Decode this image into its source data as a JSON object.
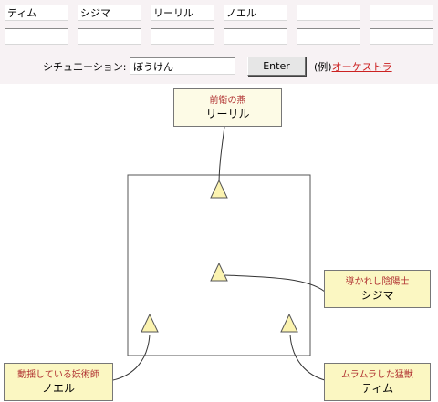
{
  "party": {
    "names_row1": [
      "ティム",
      "シジマ",
      "リーリル",
      "ノエル",
      "",
      ""
    ],
    "names_row2": [
      "",
      "",
      "",
      "",
      "",
      ""
    ]
  },
  "situation": {
    "label": "シチュエーション:",
    "value": "ぼうけん",
    "enter_label": "Enter",
    "example_prefix": "(例)",
    "example_link": "オーケストラ"
  },
  "colors": {
    "top_background": "#f7f2f4",
    "card_fill": "#fdfbe6",
    "card_fill_highlight": "#fbf7c2",
    "triangle_fill": "#fbf3b0",
    "role_text": "#b03030",
    "link": "#cc2222"
  },
  "characters": [
    {
      "role": "前衛の燕",
      "name": "リーリル"
    },
    {
      "role": "導かれし陰陽士",
      "name": "シジマ"
    },
    {
      "role": "動揺している妖術師",
      "name": "ノエル"
    },
    {
      "role": "ムラムラした猛獣",
      "name": "ティム"
    }
  ]
}
